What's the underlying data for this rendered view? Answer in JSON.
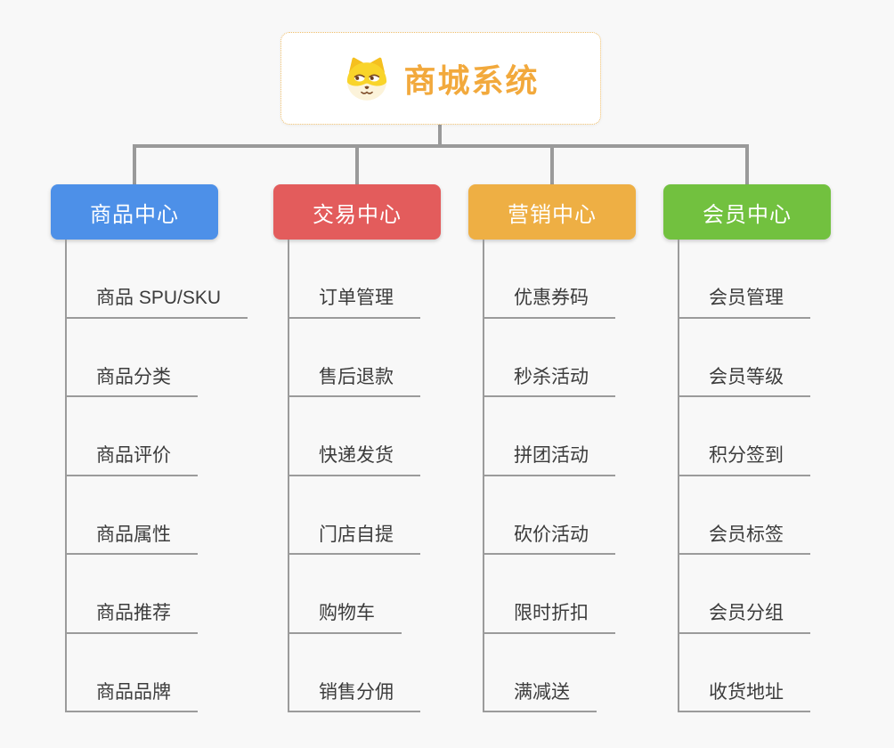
{
  "root": {
    "title": "商城系统",
    "icon": "shiba-dog-icon"
  },
  "branches": [
    {
      "label": "商品中心",
      "color": "#4D90E8",
      "items": [
        "商品 SPU/SKU",
        "商品分类",
        "商品评价",
        "商品属性",
        "商品推荐",
        "商品品牌"
      ]
    },
    {
      "label": "交易中心",
      "color": "#E35C5C",
      "items": [
        "订单管理",
        "售后退款",
        "快递发货",
        "门店自提",
        "购物车",
        "销售分佣"
      ]
    },
    {
      "label": "营销中心",
      "color": "#EEAF44",
      "items": [
        "优惠券码",
        "秒杀活动",
        "拼团活动",
        "砍价活动",
        "限时折扣",
        "满减送"
      ]
    },
    {
      "label": "会员中心",
      "color": "#72C13F",
      "items": [
        "会员管理",
        "会员等级",
        "积分签到",
        "会员标签",
        "会员分组",
        "收货地址"
      ]
    }
  ],
  "colors": {
    "background": "#F8F8F8",
    "connector": "#9A9A9A",
    "leaf_line": "#9B9B9B",
    "leaf_text": "#3C3C3C",
    "root_text": "#F2A93C",
    "root_border": "#EFBE6A",
    "root_background": "#FFFFFF"
  }
}
